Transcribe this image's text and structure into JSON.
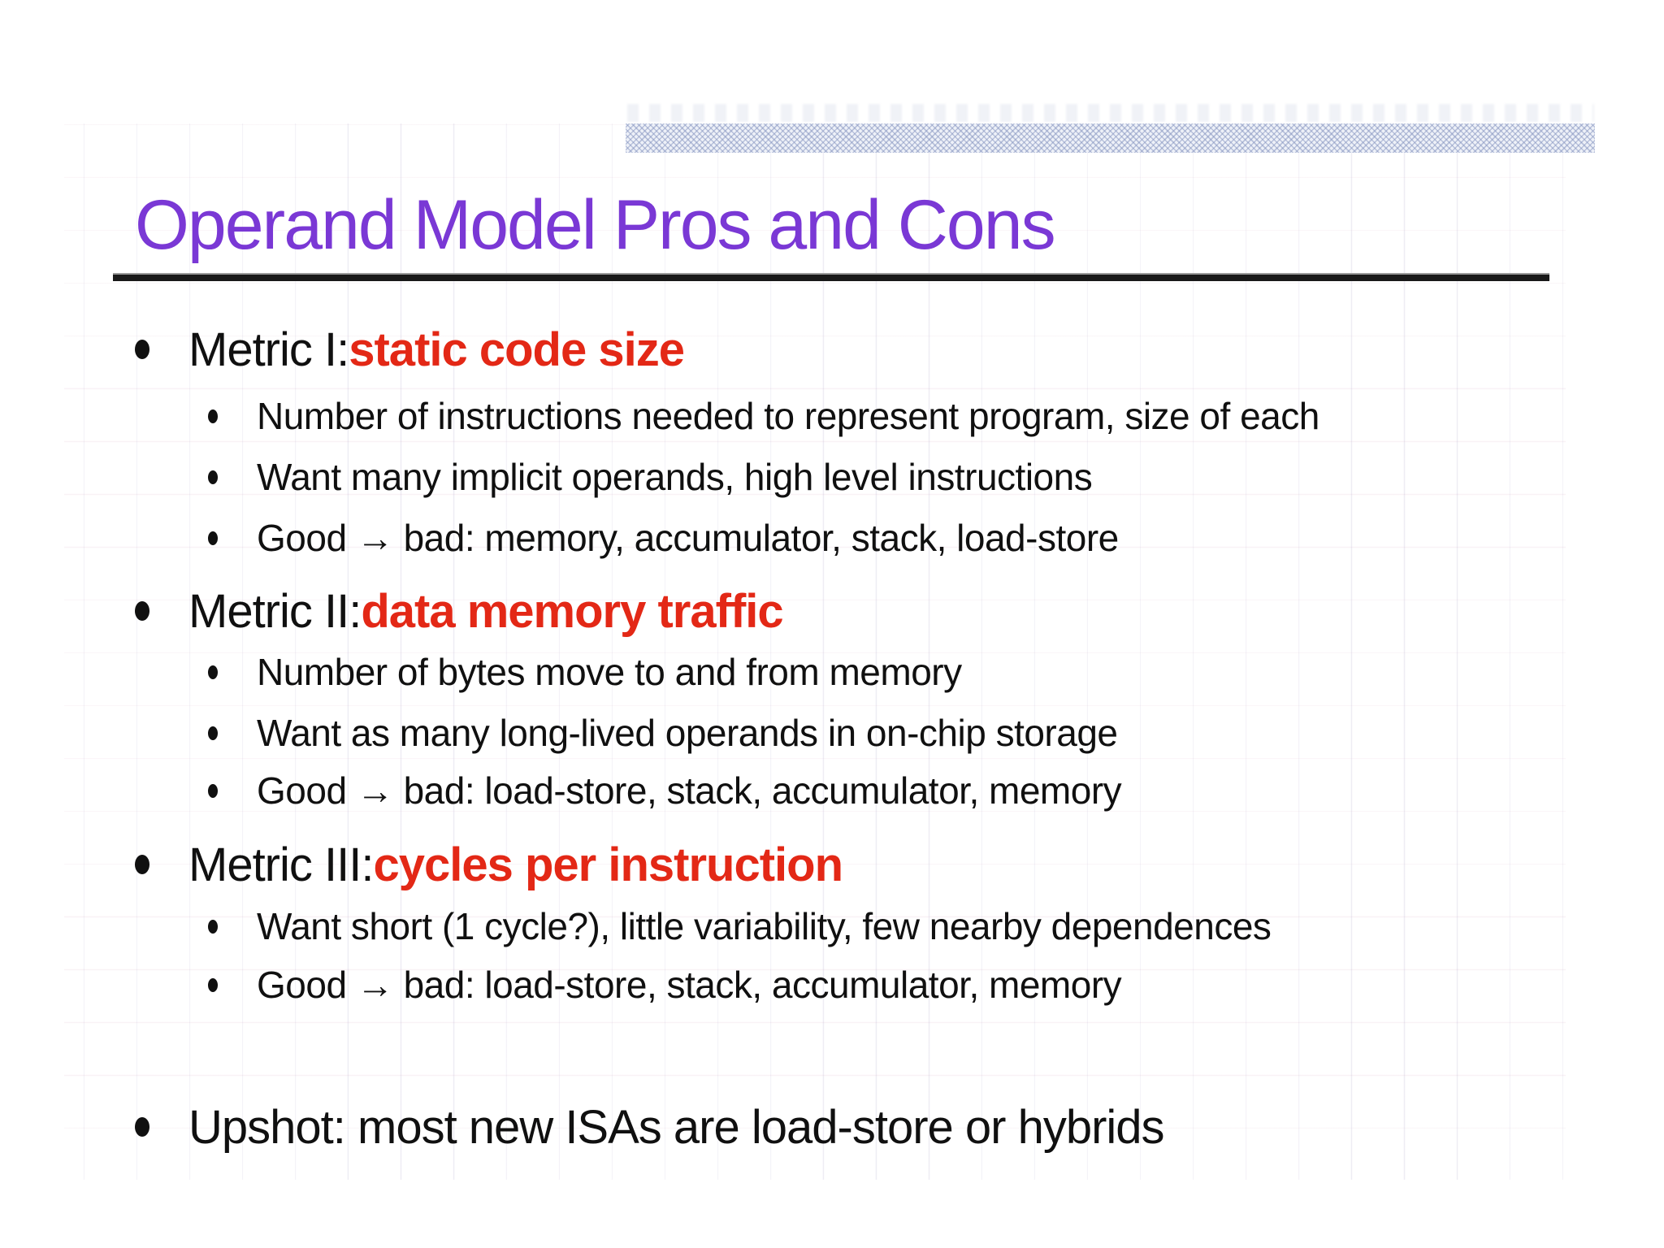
{
  "slide": {
    "title": "Operand Model Pros and Cons",
    "metrics": [
      {
        "label": "Metric I: ",
        "highlight": "static code size",
        "subs": [
          "Number of instructions needed to represent program, size of each",
          "Want many implicit operands, high level instructions",
          "Good → bad: memory, accumulator, stack, load-store"
        ]
      },
      {
        "label": "Metric II: ",
        "highlight": "data memory traffic",
        "subs": [
          "Number of bytes move to and from memory",
          "Want as many long-lived operands in on-chip storage",
          "Good → bad: load-store, stack, accumulator, memory"
        ]
      },
      {
        "label": "Metric III: ",
        "highlight": "cycles per instruction",
        "subs": [
          "Want short (1 cycle?), little variability, few nearby dependences",
          "Good → bad: load-store, stack, accumulator, memory"
        ]
      }
    ],
    "upshot": "Upshot: most new ISAs are load-store or hybrids"
  },
  "colors": {
    "title_purple": "#7a38d5",
    "highlight_red": "#e32816",
    "body_black": "#101010",
    "band_blue": "#ccd4e8",
    "grid_line": "#edeaf3"
  }
}
